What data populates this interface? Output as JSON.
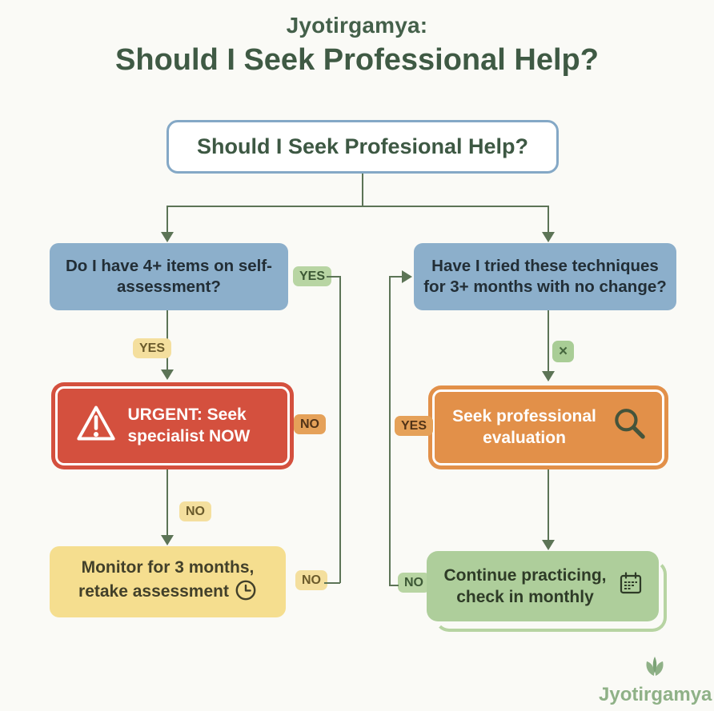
{
  "title": {
    "brand": "Jyotirgamya:",
    "heading": "Should I Seek Professional Help?"
  },
  "flowchart": {
    "root": {
      "text": "Should I Seek Profesional Help?"
    },
    "left_branch": {
      "question": "Do I have 4+ items on self-assessment?",
      "yes_label_side": "YES",
      "yes_label_down": "YES",
      "urgent": "URGENT: Seek specialist NOW",
      "no_label_side": "NO",
      "no_label_down": "NO",
      "monitor": "Monitor for 3 months, retake assessment",
      "no_label_bottom": "NO"
    },
    "right_branch": {
      "question": "Have I tried these techniques for 3+ months with no change?",
      "x_label": "×",
      "yes_label_side": "YES",
      "evaluation": "Seek professional evaluation",
      "continue": "Continue practicing, check in monthly",
      "no_label_loop": "NO"
    }
  },
  "icons": {
    "urgent": "warning-triangle-icon",
    "evaluation": "magnifier-icon",
    "monitor": "clock-icon",
    "continue": "calendar-icon",
    "logo": "leaf-icon"
  },
  "logo": {
    "text": "Jyotirgamya"
  },
  "colors": {
    "background": "#FAFAF6",
    "title_green": "#3F5A44",
    "line_green": "#5C7456",
    "blue_box": "#8CAFCB",
    "blue_border": "#84A8C6",
    "red_box": "#D4503E",
    "orange_box": "#E29049",
    "orange_chip": "#E5A159",
    "yellow_box": "#F5DE8F",
    "yellow_chip": "#F4DF9E",
    "green_box": "#AECE9B",
    "green_chip": "#B8D5A3",
    "logo_green": "#8FB187"
  }
}
